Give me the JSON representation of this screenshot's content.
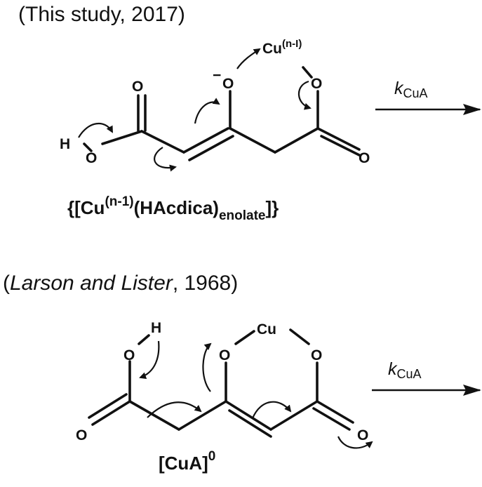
{
  "top": {
    "caption_prefix": "(This study, 2017)",
    "atoms": {
      "o_carbonyl_left": "O",
      "h_acid": "H",
      "o_acid": "O",
      "o_minus": "O",
      "minus": "−",
      "cu": "Cu",
      "cu_charge": "(n-I)",
      "o_bridge": "O",
      "o_carbonyl_right": "O"
    },
    "label": {
      "open": "{[Cu",
      "sup": "(n-1)",
      "mid": "(HAcdica)",
      "sub": "enolate",
      "close": "]}"
    },
    "rate": {
      "k": "k",
      "sub": "CuA"
    }
  },
  "bottom": {
    "caption_open": "(",
    "caption_italic": "Larson and Lister",
    "caption_rest": ", 1968)",
    "atoms": {
      "h_acid": "H",
      "o_acid": "O",
      "o_carbonyl_left": "O",
      "o_enol": "O",
      "cu": "Cu",
      "o_bridge": "O",
      "o_carbonyl_right": "O"
    },
    "label": {
      "main": "[CuA]",
      "sup": "0"
    },
    "rate": {
      "k": "k",
      "sub": "CuA"
    }
  }
}
